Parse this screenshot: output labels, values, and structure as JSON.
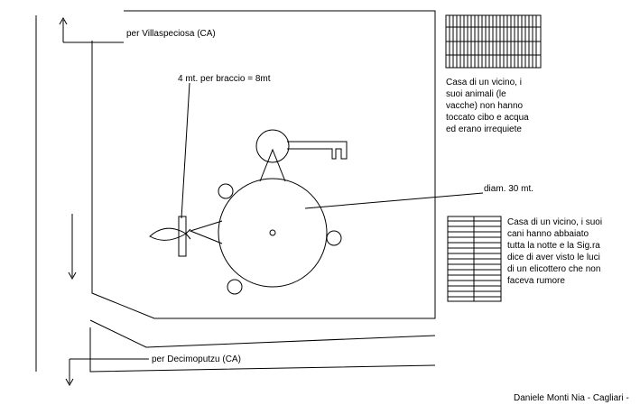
{
  "labels": {
    "road_north": "per Villaspeciosa (CA)",
    "arm_length": "4 mt. per braccio = 8mt",
    "diameter": "diam. 30 mt.",
    "road_south": "per Decimoputzu (CA)",
    "credit": "Daniele Monti Nia - Cagliari -"
  },
  "notes": {
    "house_top": "Casa di un vicino, i\nsuoi animali (le\nvacche) non hanno\ntoccato cibo e acqua\ned erano irrequiete",
    "house_bottom": "Casa di un vicino, i suoi\ncani hanno abbaiato\ntutta la notte e la Sig.ra\ndice di aver visto le luci\ndi un elicottero che non\nfaceva rumore"
  }
}
